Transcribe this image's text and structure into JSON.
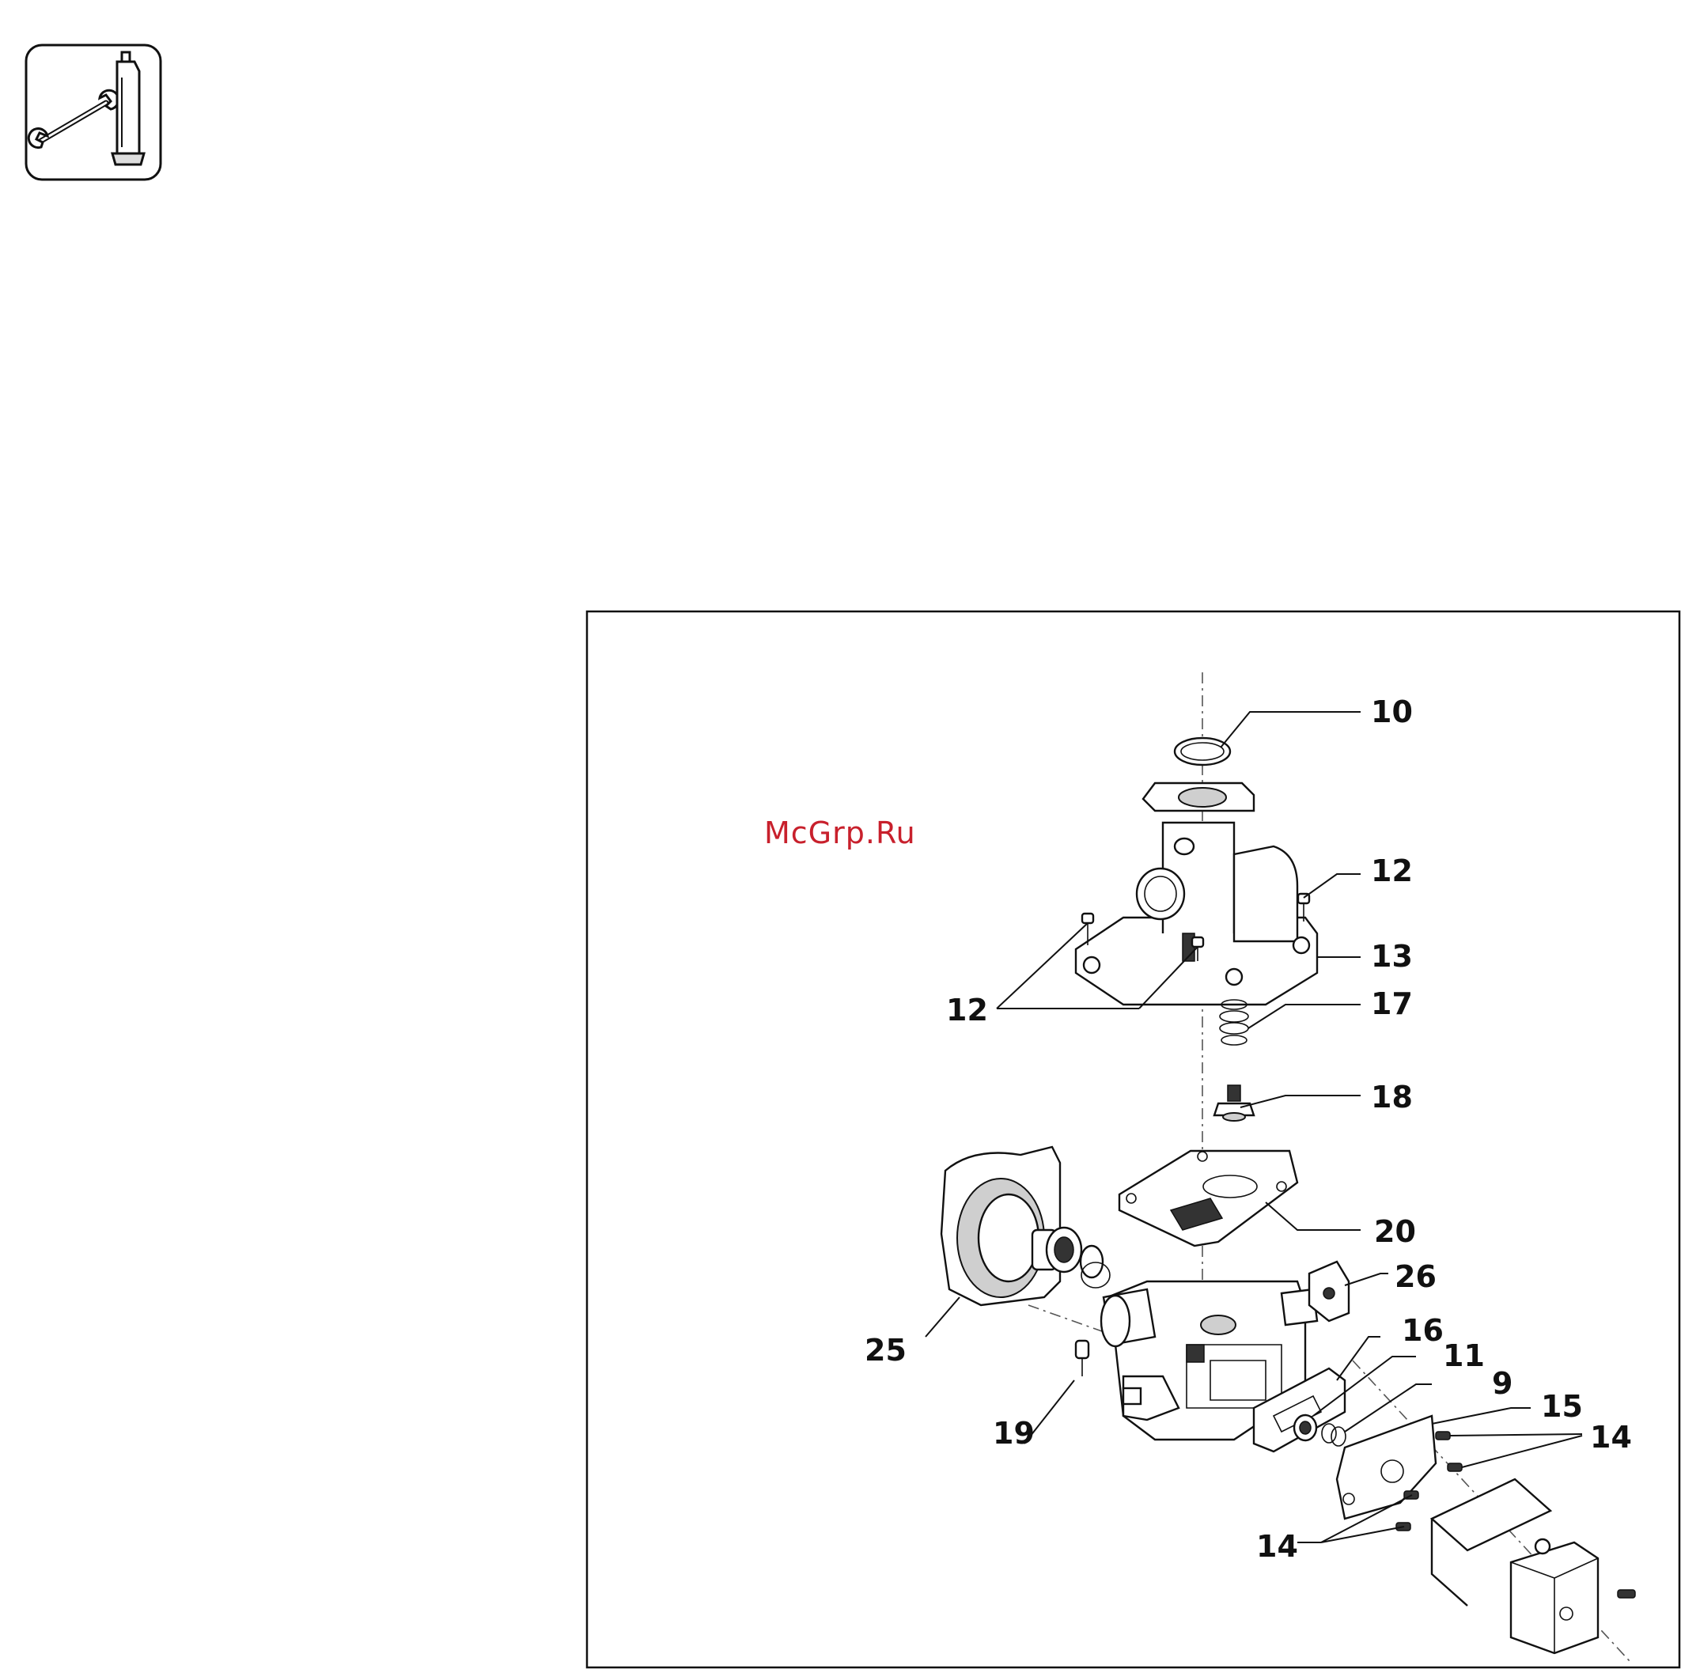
{
  "watermark": "McGrp.Ru",
  "icons": {
    "tools_icon": "wrench-and-grease-tube-icon"
  },
  "callouts": {
    "c10": "10",
    "c12_top": "12",
    "c12_left": "12",
    "c13": "13",
    "c17": "17",
    "c18": "18",
    "c20": "20",
    "c26": "26",
    "c25": "25",
    "c16": "16",
    "c11": "11",
    "c9": "9",
    "c15": "15",
    "c14_right": "14",
    "c19": "19",
    "c14_bottom": "14"
  }
}
